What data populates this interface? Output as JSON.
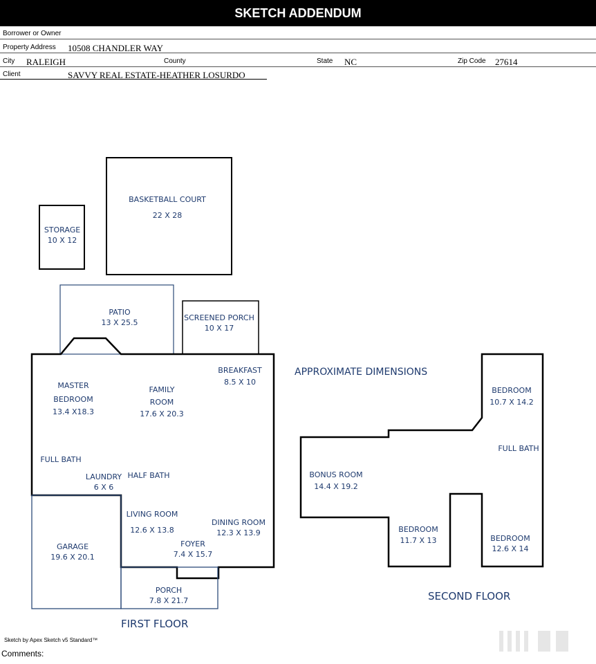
{
  "header": {
    "title": "SKETCH ADDENDUM"
  },
  "form": {
    "borrower_label": "Borrower or Owner",
    "borrower_value": "",
    "address_label": "Property Address",
    "address_value": "10508 CHANDLER WAY",
    "city_label": "City",
    "city_value": "RALEIGH",
    "county_label": "County",
    "county_value": "",
    "state_label": "State",
    "state_value": "NC",
    "zip_label": "Zip Code",
    "zip_value": "27614",
    "client_label": "Client",
    "client_value": "SAVVY REAL ESTATE-HEATHER LOSURDO"
  },
  "sketch": {
    "line_color": "#000000",
    "outline_color": "#2c4a78",
    "label_color": "#1e3a6e",
    "approx_label": "APPROXIMATE DIMENSIONS",
    "first_floor_label": "FIRST FLOOR",
    "second_floor_label": "SECOND FLOOR",
    "rooms": {
      "storage": {
        "name": "STORAGE",
        "dims": "10 X 12"
      },
      "basketball": {
        "name": "BASKETBALL COURT",
        "dims": "22 X 28"
      },
      "patio": {
        "name": "PATIO",
        "dims": "13 X 25.5"
      },
      "screened_porch": {
        "name": "SCREENED PORCH",
        "dims": "10 X 17"
      },
      "breakfast": {
        "name": "BREAKFAST",
        "dims": "8.5 X 10"
      },
      "master": {
        "name1": "MASTER",
        "name2": "BEDROOM",
        "dims": "13.4 X18.3"
      },
      "family": {
        "name1": "FAMILY",
        "name2": "ROOM",
        "dims": "17.6 X 20.3"
      },
      "full_bath_1": {
        "name": "FULL BATH"
      },
      "laundry": {
        "name": "LAUNDRY",
        "dims": "6 X 6"
      },
      "half_bath": {
        "name": "HALF BATH"
      },
      "living": {
        "name": "LIVING ROOM",
        "dims": "12.6 X 13.8"
      },
      "dining": {
        "name": "DINING ROOM",
        "dims": "12.3 X 13.9"
      },
      "foyer": {
        "name": "FOYER",
        "dims": "7.4 X 15.7"
      },
      "garage": {
        "name": "GARAGE",
        "dims": "19.6 X 20.1"
      },
      "porch": {
        "name": "PORCH",
        "dims": "7.8 X 21.7"
      },
      "bonus": {
        "name": "BONUS ROOM",
        "dims": "14.4 X 19.2"
      },
      "bedroom_top": {
        "name": "BEDROOM",
        "dims": "10.7 X 14.2"
      },
      "full_bath_2": {
        "name": "FULL BATH"
      },
      "bedroom_mid": {
        "name": "BEDROOM",
        "dims": "11.7 X 13"
      },
      "bedroom_right": {
        "name": "BEDROOM",
        "dims": "12.6 X 14"
      }
    }
  },
  "footer": {
    "software": "Sketch by Apex Sketch v5 Standard™",
    "comments_label": "Comments:"
  }
}
